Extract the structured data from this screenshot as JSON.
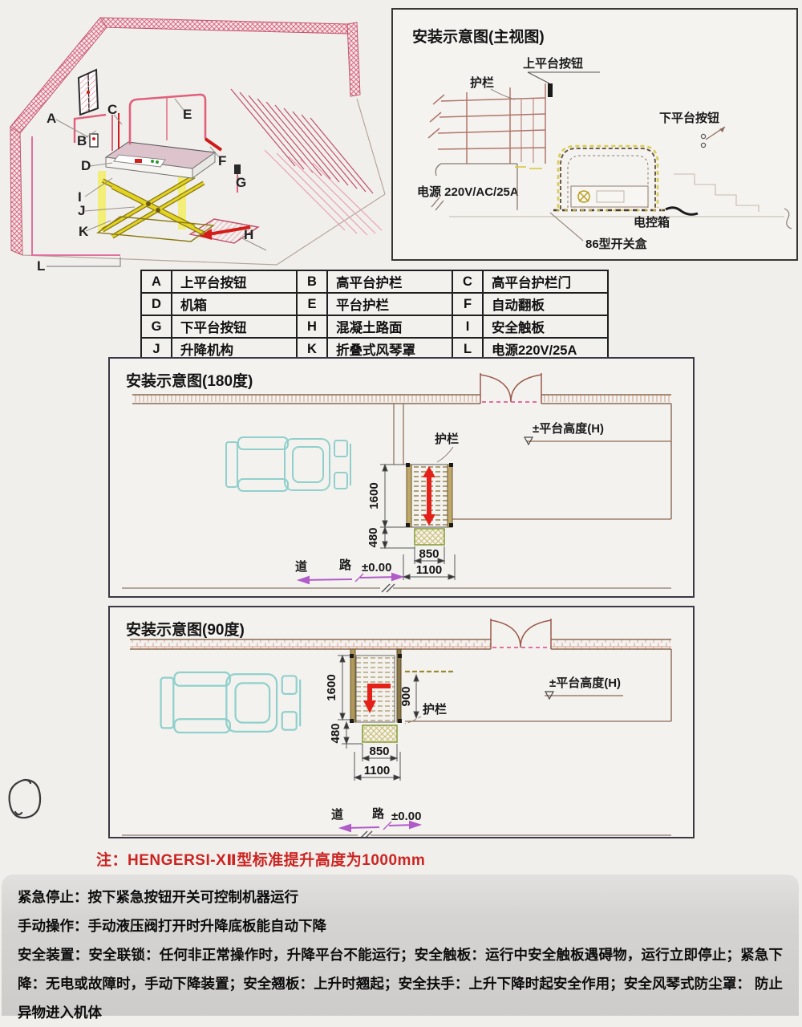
{
  "main_view": {
    "title": "安装示意图(主视图)",
    "labels": {
      "guardrail": "护栏",
      "upper_button": "上平台按钮",
      "lower_button": "下平台按钮",
      "power": "电源 220V/AC/25A",
      "control_box": "电控箱",
      "switch_box": "86型开关盒"
    }
  },
  "legend": {
    "items": [
      {
        "key": "A",
        "label": "上平台按钮"
      },
      {
        "key": "B",
        "label": "高平台护栏"
      },
      {
        "key": "C",
        "label": "高平台护栏门"
      },
      {
        "key": "D",
        "label": "机箱"
      },
      {
        "key": "E",
        "label": "平台护栏"
      },
      {
        "key": "F",
        "label": "自动翻板"
      },
      {
        "key": "G",
        "label": "下平台按钮"
      },
      {
        "key": "H",
        "label": "混凝土路面"
      },
      {
        "key": "I",
        "label": "安全触板"
      },
      {
        "key": "J",
        "label": "升降机构"
      },
      {
        "key": "K",
        "label": "折叠式风琴罩"
      },
      {
        "key": "L",
        "label": "电源220V/25A"
      }
    ]
  },
  "d180": {
    "title": "安装示意图(180度)",
    "labels": {
      "guardrail": "护栏",
      "height": "±平台高度(H)",
      "road_l": "道",
      "road_r": "路",
      "level": "±0.00"
    },
    "dims": {
      "v1600": "1600",
      "v480": "480",
      "w850": "850",
      "w1100": "1100"
    }
  },
  "d90": {
    "title": "安装示意图(90度)",
    "labels": {
      "guardrail": "护栏",
      "height": "±平台高度(H)",
      "road_l": "道",
      "road_r": "路",
      "level": "±0.00"
    },
    "dims": {
      "v1600": "1600",
      "v900": "900",
      "v480": "480",
      "w850": "850",
      "w1100": "1100"
    }
  },
  "note": {
    "text": "注：HENGERSI-XⅡ型标准提升高度为1000mm"
  },
  "safety": {
    "lines": [
      "紧急停止：按下紧急按钮开关可控制机器运行",
      "手动操作：手动液压阀打开时升降底板能自动下降",
      "安全装置：安全联锁：任何非正常操作时，升降平台不能运行；安全触板：运行中安全触板遇碍物，运行立即停止；紧急下降：无电或故障时，手动下降装置；安全翘板：上升时翘起；安全扶手：上升下降时起安全作用；安全风琴式防尘罩： 防止异物进入机体"
    ]
  }
}
